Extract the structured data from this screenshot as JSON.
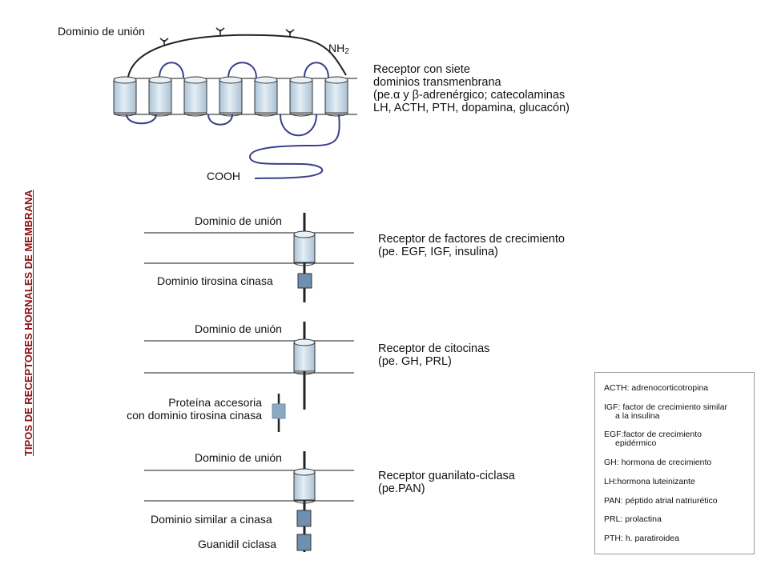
{
  "side_title": "TIPOS DE RECEPTORES HORNALES DE MEMBRANA",
  "receptor1": {
    "binding_label": "Dominio de unión",
    "nh2_label": "NH",
    "nh2_sub": "2",
    "cooh_label": "COOH",
    "description": [
      "Receptor con siete",
      "dominios transmenbrana",
      "(pe.α y β-adrenérgico; catecolaminas",
      "LH, ACTH, PTH, dopamina, glucacón)"
    ]
  },
  "receptor2": {
    "binding_label": "Dominio de unión",
    "kinase_label": "Dominio tirosina cinasa",
    "description": [
      "Receptor de factores de crecimiento",
      "(pe. EGF, IGF, insulina)"
    ]
  },
  "receptor3": {
    "binding_label": "Dominio de unión",
    "accessory_label": [
      "Proteína accesoria",
      "con dominio tirosina cinasa"
    ],
    "description": [
      "Receptor de citocinas",
      "(pe. GH, PRL)"
    ]
  },
  "receptor4": {
    "binding_label": "Dominio de unión",
    "kinase_like_label": "Dominio similar a cinasa",
    "cyclase_label": "Guanidil ciclasa",
    "description": [
      "Receptor guanilato-ciclasa",
      "(pe.PAN)"
    ]
  },
  "legend": [
    [
      "ACTH: adrenocorticotropina"
    ],
    [
      "IGF:  factor de crecimiento similar",
      "a la insulina"
    ],
    [
      "EGF:factor de crecimiento",
      "epidérmico"
    ],
    [
      "GH:  hormona de crecimiento"
    ],
    [
      "LH:hormona luteinizante"
    ],
    [
      "PAN:  péptido atrial natriurético"
    ],
    [
      "PRL:  prolactina"
    ],
    [
      "PTH:  h. paratiroidea"
    ]
  ],
  "colors": {
    "cylinder_fill": "#cfe0ec",
    "box_fill": "#6f8fae",
    "title": "#8b1010",
    "line": "#333333",
    "loop_line": "#3a3f8a"
  }
}
